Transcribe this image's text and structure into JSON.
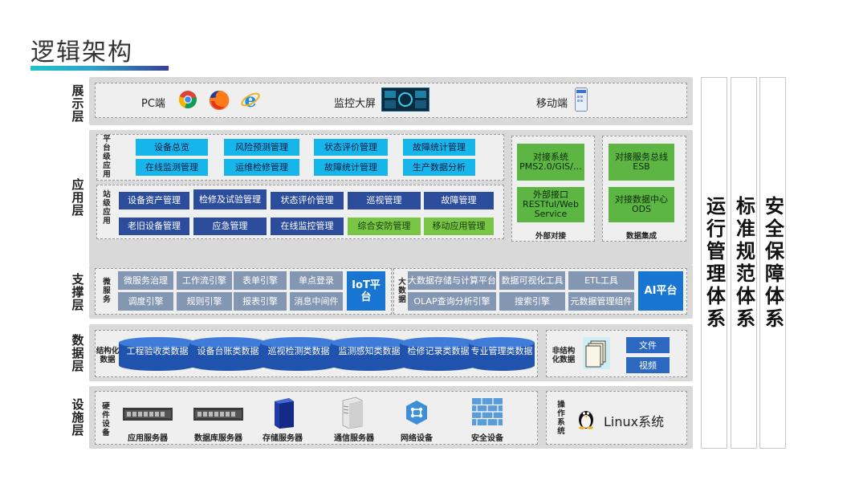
{
  "title": "逻辑架构",
  "layers": {
    "display": "展示层",
    "application": "应用层",
    "support": "支撑层",
    "data": "数据层",
    "facility": "设施层"
  },
  "display": {
    "pc": "PC端",
    "monitor": "监控大屏",
    "mobile": "移动端"
  },
  "app": {
    "platform_label": "平台级应用",
    "platform_items": [
      "设备总览",
      "风险预测管理",
      "状态评价管理",
      "故障统计管理",
      "在线监测管理",
      "运维检修管理",
      "故障统计管理",
      "生产数据分析"
    ],
    "station_label": "站级应用",
    "station_items": [
      "设备资产管理",
      "检修及试验管理",
      "状态评价管理",
      "巡视管理",
      "故障管理",
      "老旧设备管理",
      "应急管理",
      "在线监控管理",
      "综合安防管理",
      "移动应用管理"
    ],
    "external": {
      "box1": "对接系统PMS2.0/GIS/…",
      "box2": "外部接口RESTful/Web Service",
      "caption": "外部对接"
    },
    "data_integration": {
      "box1": "对接服务总线ESB",
      "box2": "对接数据中心ODS",
      "caption": "数据集成"
    }
  },
  "support": {
    "micro_label": "微服务",
    "micro_items": [
      "微服务治理",
      "工作流引擎",
      "表单引擎",
      "单点登录",
      "调度引擎",
      "规则引擎",
      "报表引擎",
      "消息中间件"
    ],
    "iot": "IoT平台",
    "bigdata_label": "大数据",
    "bigdata_items": [
      "大数据存储与计算平台",
      "数据可视化工具",
      "ETL工具",
      "OLAP查询分析引擎",
      "搜索引擎",
      "元数据管理组件"
    ],
    "ai": "AI平台"
  },
  "data": {
    "structured_label": "结构化数据",
    "structured_items": [
      "工程验收类数据",
      "设备台账类数据",
      "巡视检测类数据",
      "监测感知类数据",
      "检修记录类数据",
      "专业管理类数据"
    ],
    "unstructured_label": "非结构化数据",
    "unstructured_items": [
      "文件",
      "视频"
    ]
  },
  "facility": {
    "hardware_label": "硬件设备",
    "devices": [
      "应用服务器",
      "数据库服务器",
      "存储服务器",
      "通信服务器",
      "网络设备",
      "安全设备"
    ],
    "os_label": "操作系统",
    "os": "Linux系统"
  },
  "side": {
    "ops": "运行管理体系",
    "std": "标准规范体系",
    "sec": "安全保障体系"
  },
  "colors": {
    "cyan": "#16b6ea",
    "navy": "#2c4d9c",
    "green": "#79c545",
    "gray": "#8497b2",
    "blue": "#1876d2",
    "band": "#d9d9d9"
  }
}
